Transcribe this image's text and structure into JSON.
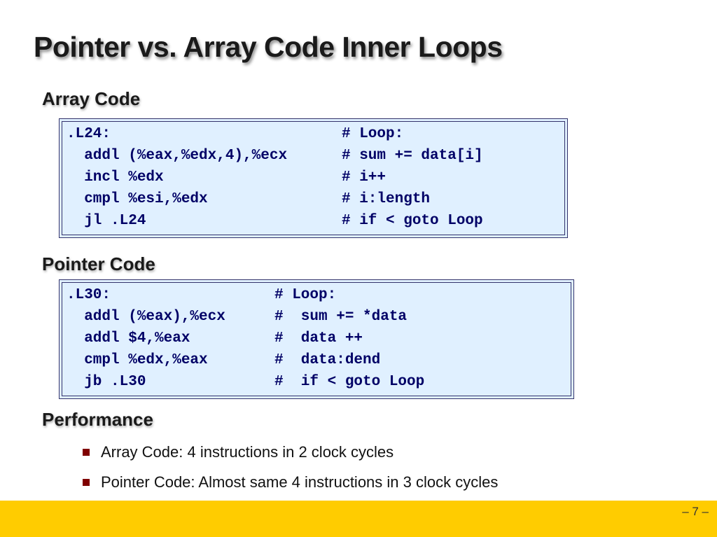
{
  "title": "Pointer vs. Array Code Inner Loops",
  "array_section": {
    "heading": "Array Code",
    "lines": [
      {
        "code": ".L24:",
        "comment": "# Loop:"
      },
      {
        "code": "  addl (%eax,%edx,4),%ecx",
        "comment": "# sum += data[i]"
      },
      {
        "code": "  incl %edx",
        "comment": "# i++"
      },
      {
        "code": "  cmpl %esi,%edx",
        "comment": "# i:length"
      },
      {
        "code": "  jl .L24",
        "comment": "# if < goto Loop"
      }
    ]
  },
  "pointer_section": {
    "heading": "Pointer Code",
    "lines": [
      {
        "code": ".L30:",
        "comment": "# Loop:"
      },
      {
        "code": "  addl (%eax),%ecx",
        "comment": "#  sum += *data"
      },
      {
        "code": "  addl $4,%eax",
        "comment": "#  data ++"
      },
      {
        "code": "  cmpl %edx,%eax",
        "comment": "#  data:dend"
      },
      {
        "code": "  jb .L30",
        "comment": "#  if < goto Loop"
      }
    ]
  },
  "performance": {
    "heading": "Performance",
    "bullets": [
      "Array Code: 4 instructions in 2 clock cycles",
      "Pointer Code: Almost same 4 instructions in 3 clock cycles"
    ]
  },
  "footer": {
    "page_number": "– 7 –"
  },
  "colors": {
    "code_box_background": "#e0f0ff",
    "code_text": "#000066",
    "footer_bar": "#ffcc00",
    "bullet_marker": "#800000"
  }
}
